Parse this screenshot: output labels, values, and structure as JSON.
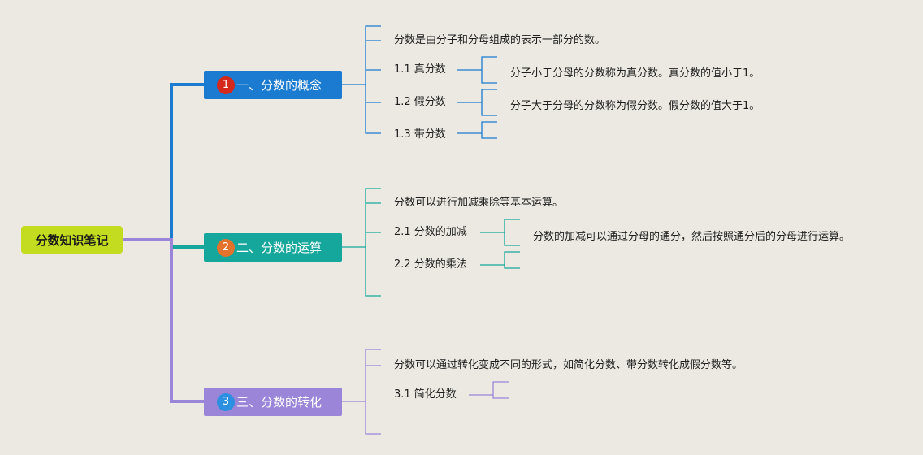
{
  "root": {
    "label": "分数知识笔记"
  },
  "branches": [
    {
      "badge": "1",
      "label": "一、分数的概念",
      "color": "#1a7bd0",
      "badge_color": "#d4291b",
      "items": [
        {
          "text": "分数是由分子和分母组成的表示一部分的数。"
        },
        {
          "text": "1.1 真分数",
          "note": "分子小于分母的分数称为真分数。真分数的值小于1。"
        },
        {
          "text": "1.2 假分数",
          "note": "分子大于分母的分数称为假分数。假分数的值大于1。"
        },
        {
          "text": "1.3 带分数"
        }
      ]
    },
    {
      "badge": "2",
      "label": "二、分数的运算",
      "color": "#16a79c",
      "badge_color": "#e2722c",
      "items": [
        {
          "text": "分数可以进行加减乘除等基本运算。"
        },
        {
          "text": "2.1 分数的加减",
          "note": "分数的加减可以通过分母的通分，然后按照通分后的分母进行运算。"
        },
        {
          "text": "2.2 分数的乘法"
        }
      ]
    },
    {
      "badge": "3",
      "label": "三、分数的转化",
      "color": "#9a85d8",
      "badge_color": "#2c8fe0",
      "items": [
        {
          "text": "分数可以通过转化变成不同的形式，如简化分数、带分数转化成假分数等。"
        },
        {
          "text": "3.1 简化分数"
        }
      ]
    }
  ]
}
